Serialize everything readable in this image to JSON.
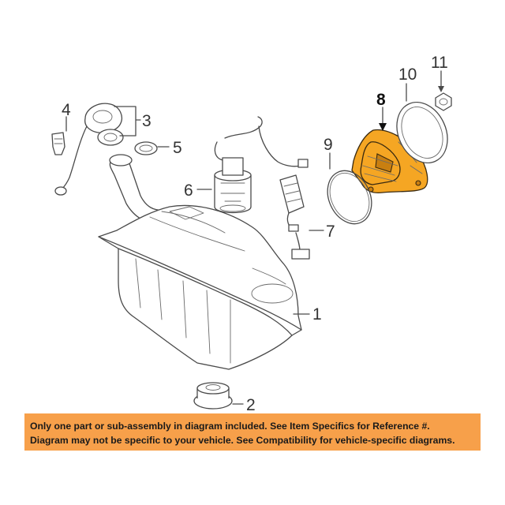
{
  "callouts": {
    "c1": "1",
    "c2": "2",
    "c3": "3",
    "c4": "4",
    "c5": "5",
    "c6": "6",
    "c7": "7",
    "c8": "8",
    "c9": "9",
    "c10": "10",
    "c11": "11"
  },
  "notice": {
    "line1": "Only one part or sub-assembly in diagram included. See Item Specifics for Reference #.",
    "line2": "Diagram may not be specific to your vehicle. See Compatibility for vehicle-specific diagrams."
  },
  "colors": {
    "highlight": "#f5a623",
    "banner": "#f7a04a",
    "linework": "#4a4a4a"
  }
}
